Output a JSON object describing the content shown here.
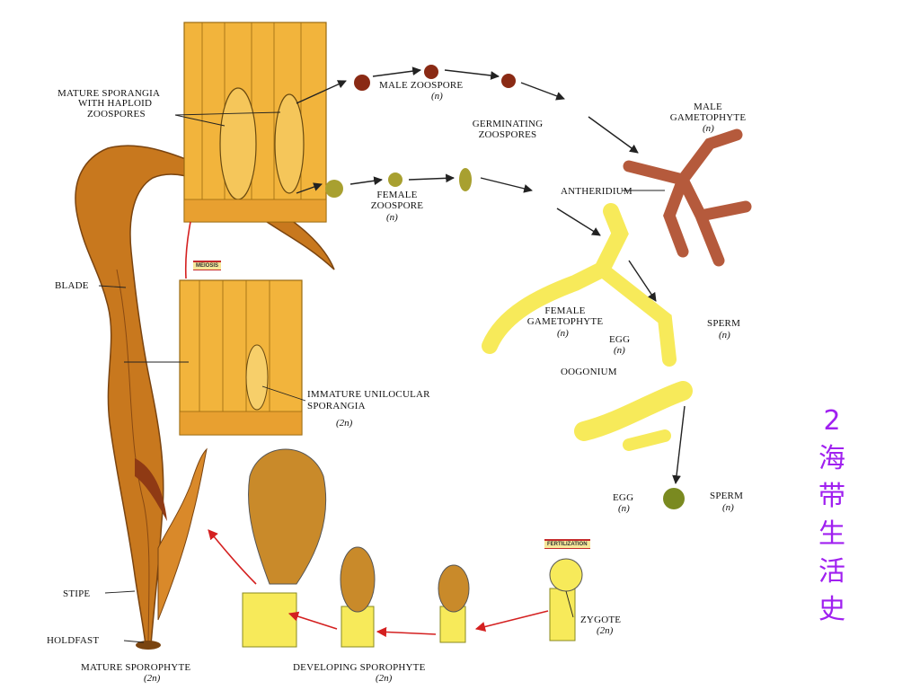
{
  "labels": {
    "mature_sporangia": [
      "MATURE SPORANGIA",
      "WITH HAPLOID",
      "ZOOSPORES"
    ],
    "male_zoospore": "MALE ZOOSPORE",
    "male_zoospore_ploidy": "(n)",
    "germinating": [
      "GERMINATING",
      "ZOOSPORES"
    ],
    "male_gametophyte": [
      "MALE",
      "GAMETOPHYTE"
    ],
    "male_gametophyte_ploidy": "(n)",
    "female_zoospore": [
      "FEMALE",
      "ZOOSPORE"
    ],
    "female_zoospore_ploidy": "(n)",
    "antheridium": "ANTHERIDIUM",
    "meiosis": "MEIOSIS",
    "blade": "BLADE",
    "female_gametophyte": [
      "FEMALE",
      "GAMETOPHYTE"
    ],
    "female_gametophyte_ploidy": "(n)",
    "egg1": "EGG",
    "egg1_ploidy": "(n)",
    "oogonium": "OOGONIUM",
    "sperm1": "SPERM",
    "sperm1_ploidy": "(n)",
    "immature": [
      "IMMATURE UNILOCULAR",
      "SPORANGIA"
    ],
    "immature_ploidy": "(2n)",
    "egg2": "EGG",
    "egg2_ploidy": "(n)",
    "sperm2": "SPERM",
    "sperm2_ploidy": "(n)",
    "fertilization": "FERTILIZATION",
    "stipe": "STIPE",
    "holdfast": "HOLDFAST",
    "zygote": "ZYGOTE",
    "zygote_ploidy": "(2n)",
    "mature_sporophyte": "MATURE SPOROPHYTE",
    "mature_sporophyte_ploidy": "(2n)",
    "developing_sporophyte": "DEVELOPING SPOROPHYTE",
    "developing_sporophyte_ploidy": "(2n)"
  },
  "title": [
    "2",
    "海",
    "带",
    "生",
    "活",
    "史"
  ],
  "colors": {
    "title": "#a020f0",
    "kelp": "#c8781e",
    "sporangia": "#f2b43c",
    "gametophyte_male": "#b55a3c",
    "gametophyte_female": "#f7ea5a",
    "meiosis_arrow": "#d42020"
  }
}
